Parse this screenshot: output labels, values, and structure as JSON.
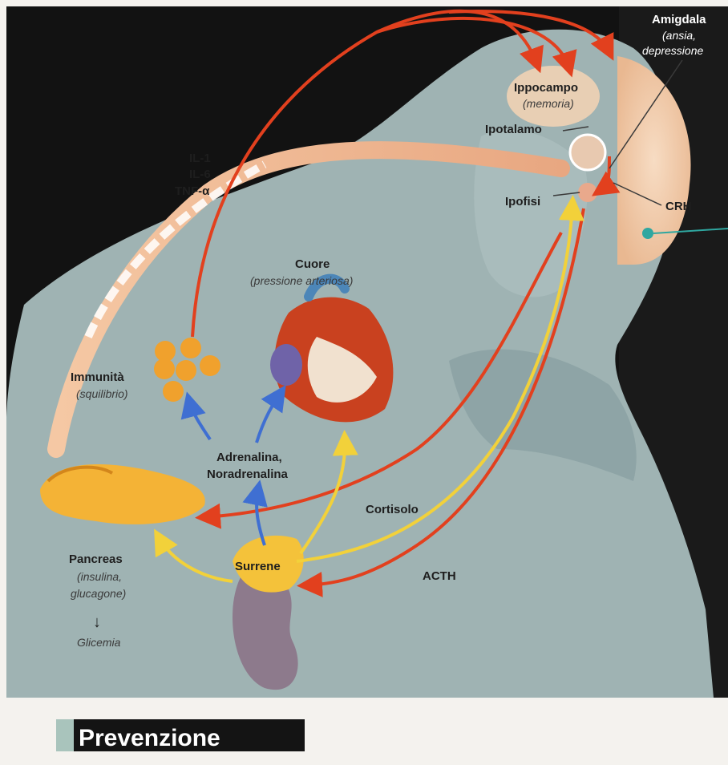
{
  "labels": {
    "amigdala": "Amigdala",
    "amigdala_sub1": "(ansia,",
    "amigdala_sub2": "depressione",
    "ippocampo": "Ippocampo",
    "ippocampo_sub": "(memoria)",
    "ipotalamo": "Ipotalamo",
    "ipofisi": "Ipofisi",
    "crh": "CRH",
    "il1": "IL-1",
    "il6": "IL-6",
    "tnf": "TNF-α",
    "cuore": "Cuore",
    "cuore_sub": "(pressione arteriosa)",
    "immunita": "Immunità",
    "immunita_sub": "(squilibrio)",
    "adrenalina1": "Adrenalina,",
    "adrenalina2": "Noradrenalina",
    "cortisolo": "Cortisolo",
    "acth": "ACTH",
    "surrene": "Surrene",
    "pancreas": "Pancreas",
    "pancreas_sub1": "(insulina,",
    "pancreas_sub2": "glucagone)",
    "glicemia_arrow": "↓",
    "glicemia": "Glicemia"
  },
  "footer": {
    "title": "Prevenzione"
  },
  "colors": {
    "background_dark": "#121212",
    "body_fill": "#9fb3b3",
    "red_arrow": "#e2401e",
    "yellow_arrow": "#f2d13a",
    "blue_arrow": "#3f6fd2",
    "footer_bg": "#141414",
    "footer_accent": "#a9c4bc"
  }
}
